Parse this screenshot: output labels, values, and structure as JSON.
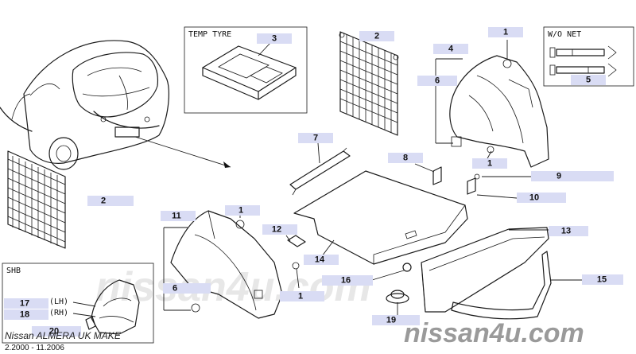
{
  "boxes": {
    "temp_tyre": "TEMP TYRE",
    "wo_net": "W/O NET",
    "shb": "SHB"
  },
  "tags": {
    "t1_top": "1",
    "t2_top": "2",
    "t3": "3",
    "t4": "4",
    "t6_top": "6",
    "t5": "5",
    "t7": "7",
    "t8": "8",
    "t1_mid": "1",
    "t9": "9",
    "t10": "10",
    "t2_left": "2",
    "t11": "11",
    "t1_low": "1",
    "t12": "12",
    "t13": "13",
    "t14": "14",
    "t6_low": "6",
    "t1_bottom": "1",
    "t16": "16",
    "t15": "15",
    "t19": "19",
    "t17": "17",
    "t18": "18",
    "t20": "20"
  },
  "side_labels": {
    "lh": "(LH)",
    "rh": "(RH)"
  },
  "footer": {
    "make": "Nissan ALMERA UK MAKE",
    "dates": "2.2000 - 11.2006"
  },
  "watermark": {
    "center": "nissan4u.com",
    "bottom": "nissan4u.com"
  }
}
